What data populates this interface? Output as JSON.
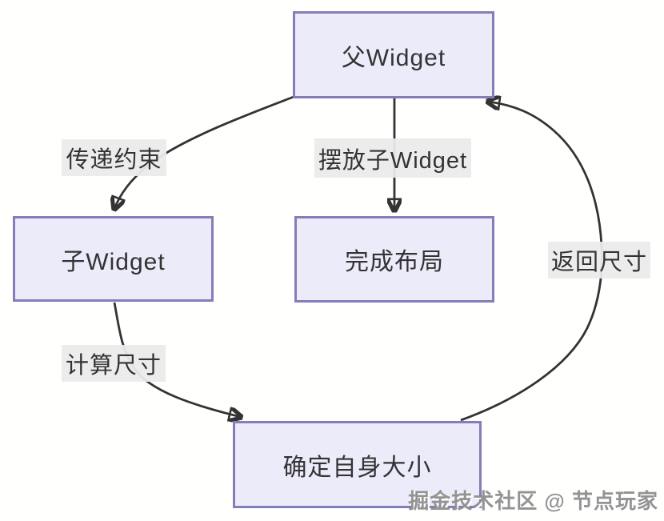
{
  "diagram": {
    "type": "flowchart",
    "nodes": {
      "parent": {
        "label": "父Widget"
      },
      "child": {
        "label": "子Widget"
      },
      "layout": {
        "label": "完成布局"
      },
      "size": {
        "label": "确定自身大小"
      }
    },
    "edges": [
      {
        "from": "父Widget",
        "to": "子Widget",
        "label": "传递约束"
      },
      {
        "from": "父Widget",
        "to": "完成布局",
        "label": "摆放子Widget"
      },
      {
        "from": "子Widget",
        "to": "确定自身大小",
        "label": "计算尺寸"
      },
      {
        "from": "确定自身大小",
        "to": "父Widget",
        "label": "返回尺寸"
      }
    ],
    "watermark": "掘金技术社区 @ 节点玩家",
    "colors": {
      "node_fill": "#ecebfa",
      "node_border": "#867cb9",
      "edge_line": "#333333",
      "edge_label_bg": "#ebebeb",
      "text": "#333333",
      "watermark_text": "#8a8a8a"
    }
  }
}
